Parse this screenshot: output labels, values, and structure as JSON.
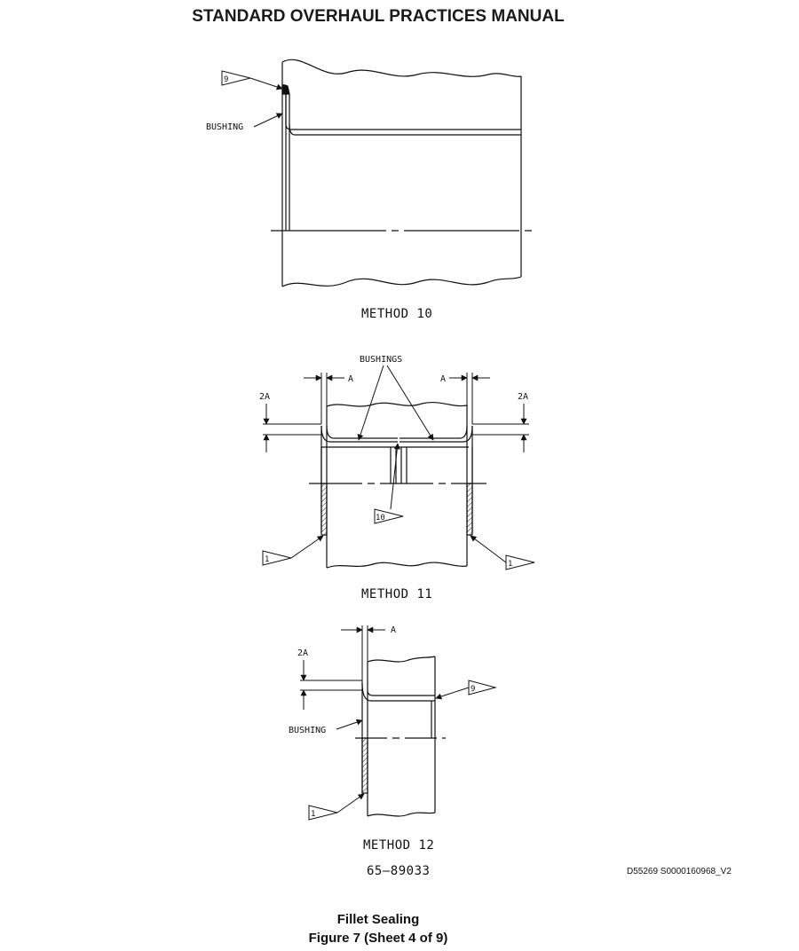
{
  "header": {
    "title": "STANDARD OVERHAUL PRACTICES MANUAL"
  },
  "methods": [
    {
      "caption": "METHOD 10",
      "labels": {
        "bushing": "BUSHING"
      },
      "flags": [
        "9"
      ]
    },
    {
      "caption": "METHOD 11",
      "labels": {
        "bushings": "BUSHINGS",
        "dim_a": "A",
        "dim_2a": "2A"
      },
      "flags": [
        "10",
        "1",
        "1"
      ]
    },
    {
      "caption": "METHOD 12",
      "labels": {
        "bushing": "BUSHING",
        "dim_a": "A",
        "dim_2a": "2A"
      },
      "flags": [
        "9",
        "1"
      ]
    }
  ],
  "part_number": "65–89033",
  "drawing_id": "D55269 S0000160968_V2",
  "figure": {
    "title": "Fillet Sealing",
    "number": "Figure 7  (Sheet 4 of 9)"
  }
}
